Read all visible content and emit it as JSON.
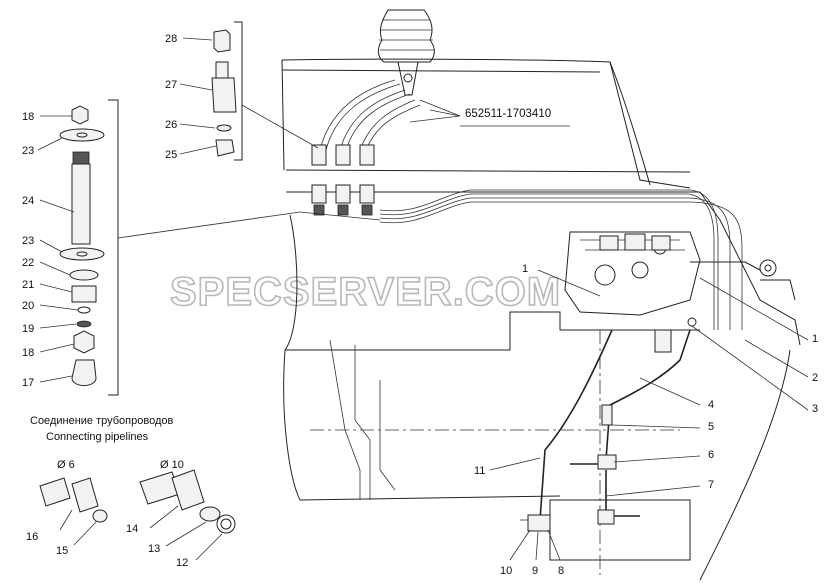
{
  "part_number": "652511-1703410",
  "watermark": "SPECSERVER.COM",
  "caption": {
    "ru": "Соединение трубопроводов",
    "en": "Connecting pipelines"
  },
  "diameters": {
    "d6": "Ø 6",
    "d10": "Ø 10"
  },
  "callouts": {
    "c1": "1",
    "c1b": "1",
    "c2": "2",
    "c3": "3",
    "c4": "4",
    "c5": "5",
    "c6": "6",
    "c7": "7",
    "c8": "8",
    "c9": "9",
    "c10": "10",
    "c11": "11",
    "c12": "12",
    "c13": "13",
    "c14": "14",
    "c15": "15",
    "c16": "16",
    "c17": "17",
    "c18": "18",
    "c18b": "18",
    "c19": "19",
    "c20": "20",
    "c21": "21",
    "c22": "22",
    "c23": "23",
    "c23b": "23",
    "c24": "24",
    "c25": "25",
    "c26": "26",
    "c27": "27",
    "c28": "28"
  }
}
